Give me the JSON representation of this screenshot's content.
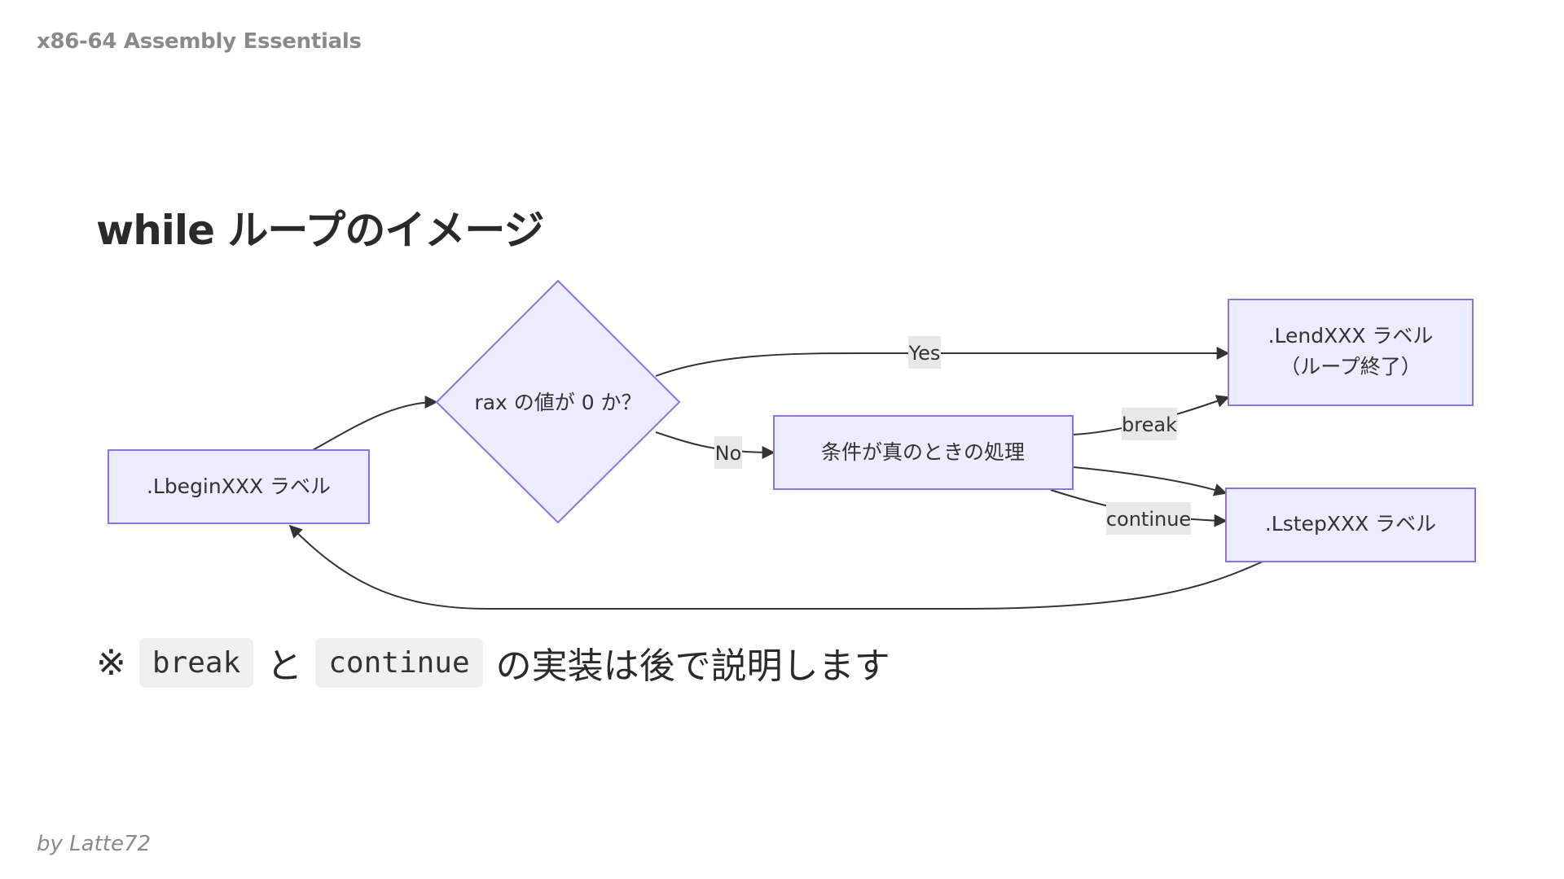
{
  "header": {
    "text": "x86-64 Assembly Essentials"
  },
  "title": "while ループのイメージ",
  "diagram": {
    "nodes": {
      "begin": ".LbeginXXX ラベル",
      "cond": "rax の値が 0 か？",
      "body": "条件が真のときの処理",
      "end_line1": ".LendXXX ラベル",
      "end_line2": "（ループ終了）",
      "step": ".LstepXXX ラベル"
    },
    "edges": {
      "yes": "Yes",
      "no": "No",
      "break": "break",
      "continue": "continue"
    }
  },
  "note": {
    "mark": "※",
    "code1": "break",
    "connector": "と",
    "code2": "continue",
    "rest": "の実装は後で説明します"
  },
  "footer": {
    "text": "by Latte72"
  }
}
